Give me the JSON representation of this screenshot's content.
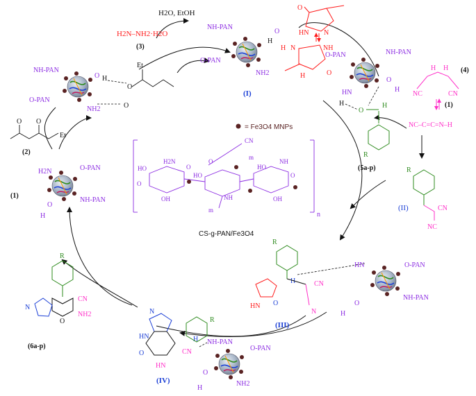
{
  "colors": {
    "purple": "#8B2BE2",
    "red": "#FF1A1A",
    "magenta": "#FF2EC8",
    "green": "#2E8B1E",
    "blue": "#1B3FD6",
    "black": "#111111",
    "nanoparticle_dot": "#5A2323",
    "sphere_fill": "#A9B7C9"
  },
  "catalyst_labels": {
    "nh_pan": "NH-PAN",
    "o_pan": "O-PAN",
    "nh2": "NH2",
    "h2n": "H2N",
    "o": "O",
    "h": "H",
    "hn": "HN",
    "nh": "NH",
    "n": "N"
  },
  "legend": {
    "fe3o4": "= Fe3O4 MNPs"
  },
  "polymer": {
    "caption": "CS-g-PAN/Fe3O4",
    "n": "n",
    "m": "m",
    "labels": {
      "ho": "HO",
      "h2n": "H2N",
      "o": "O",
      "oh": "OH",
      "nh": "NH",
      "cn": "CN"
    }
  },
  "reagents": {
    "h2o_etoh": "H2O, EtOH",
    "hydrazine": "H2N–NH2·H2O",
    "hydrazine_number": "(3)",
    "ethyl_acetoacetate_number": "(2)",
    "ethyl_acetoacetate_et": "Et",
    "malononitrile_number": "(4)",
    "cn": "CN",
    "nc": "NC",
    "tautomer": "NC–C=C=N–H",
    "arrow_number": "(1)"
  },
  "intermediates": {
    "I": "(I)",
    "II": "(II)",
    "III": "(III)",
    "IV": "(IV)",
    "aldehyde": "(5a-p)",
    "product": "(6a-p)",
    "catalyst_1": "(1)"
  },
  "structure_labels": {
    "r": "R",
    "nh2": "NH2",
    "cn": "CN",
    "o": "O",
    "h": "H",
    "n": "N",
    "hn": "HN",
    "hn_eq": "HN"
  }
}
